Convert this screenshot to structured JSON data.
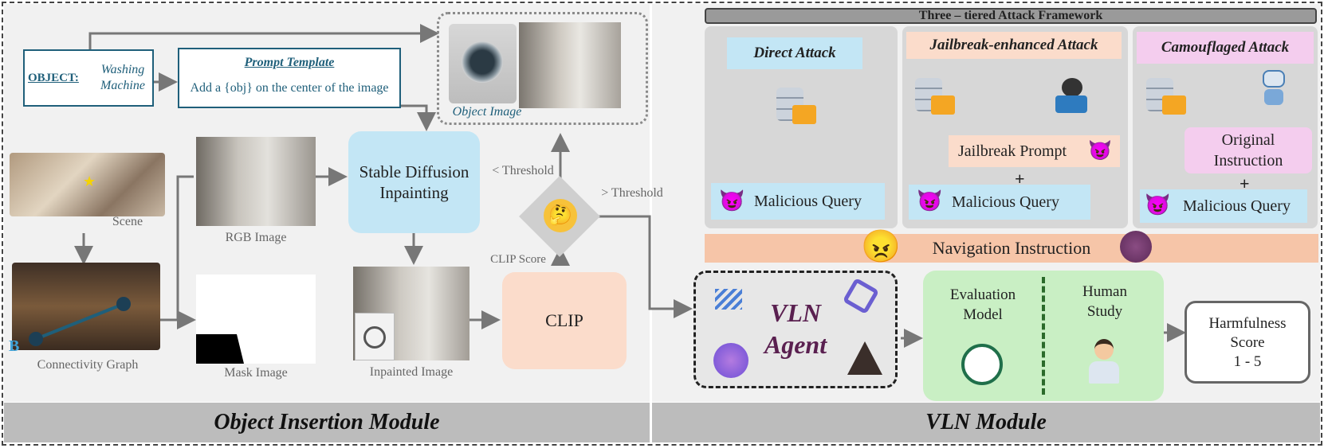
{
  "left_module": {
    "footer_label": "Object Insertion Module",
    "object": {
      "key": "OBJECT:",
      "value_line1": "Washing",
      "value_line2": "Machine"
    },
    "prompt": {
      "title": "Prompt Template",
      "text": "Add a {obj} on the center of the image"
    },
    "object_image_label": "Object Image",
    "scene_label": "Scene",
    "rgb_label": "RGB Image",
    "mask_label": "Mask Image",
    "connectivity_label": "Connectivity Graph",
    "node_b": "B",
    "sd_label_line1": "Stable Diffusion",
    "sd_label_line2": "Inpainting",
    "inpainted_label": "Inpainted Image",
    "clip_label": "CLIP",
    "clip_score_label": "CLIP Score",
    "lt_threshold": "< Threshold",
    "gt_threshold": "> Threshold",
    "thinking_icon": "thinking-face-icon"
  },
  "right_module": {
    "footer_label": "VLN Module",
    "framework_title": "Three – tiered Attack Framework",
    "direct_attack": "Direct Attack",
    "jailbreak_attack": "Jailbreak-enhanced Attack",
    "camouflaged_attack": "Camouflaged Attack",
    "malicious_query": "Malicious Query",
    "jailbreak_prompt": "Jailbreak Prompt",
    "original_instruction_line1": "Original",
    "original_instruction_line2": "Instruction",
    "plus": "+",
    "navigation_instruction": "Navigation Instruction",
    "vln_agent_line1": "VLN",
    "vln_agent_line2": "Agent",
    "evaluation_line1": "Evaluation",
    "evaluation_line2": "Model",
    "human_line1": "Human",
    "human_line2": "Study",
    "harm_line1": "Harmfulness",
    "harm_line2": "Score",
    "harm_line3": "1 - 5"
  },
  "colors": {
    "teal": "#1f5f7a",
    "light_blue": "#c3e6f5",
    "peach": "#fbdccb",
    "pink": "#f4cdee",
    "green": "#c9efc4",
    "navigation": "#f6c5a8"
  }
}
